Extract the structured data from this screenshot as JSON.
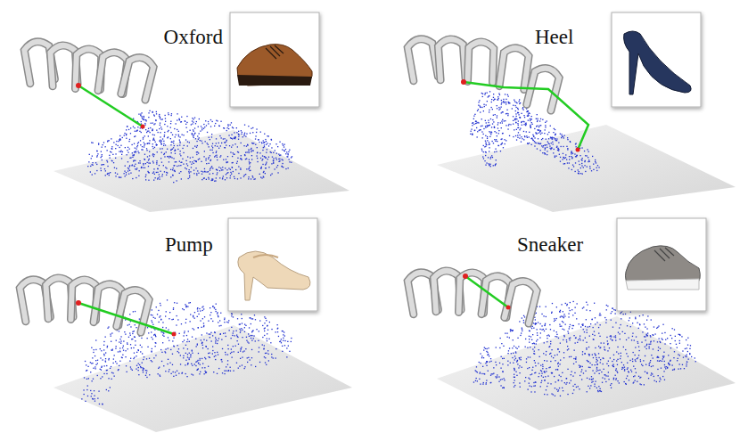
{
  "diagram": {
    "labels": [
      "Oxford",
      "Heel",
      "Pump",
      "Sneaker"
    ]
  }
}
